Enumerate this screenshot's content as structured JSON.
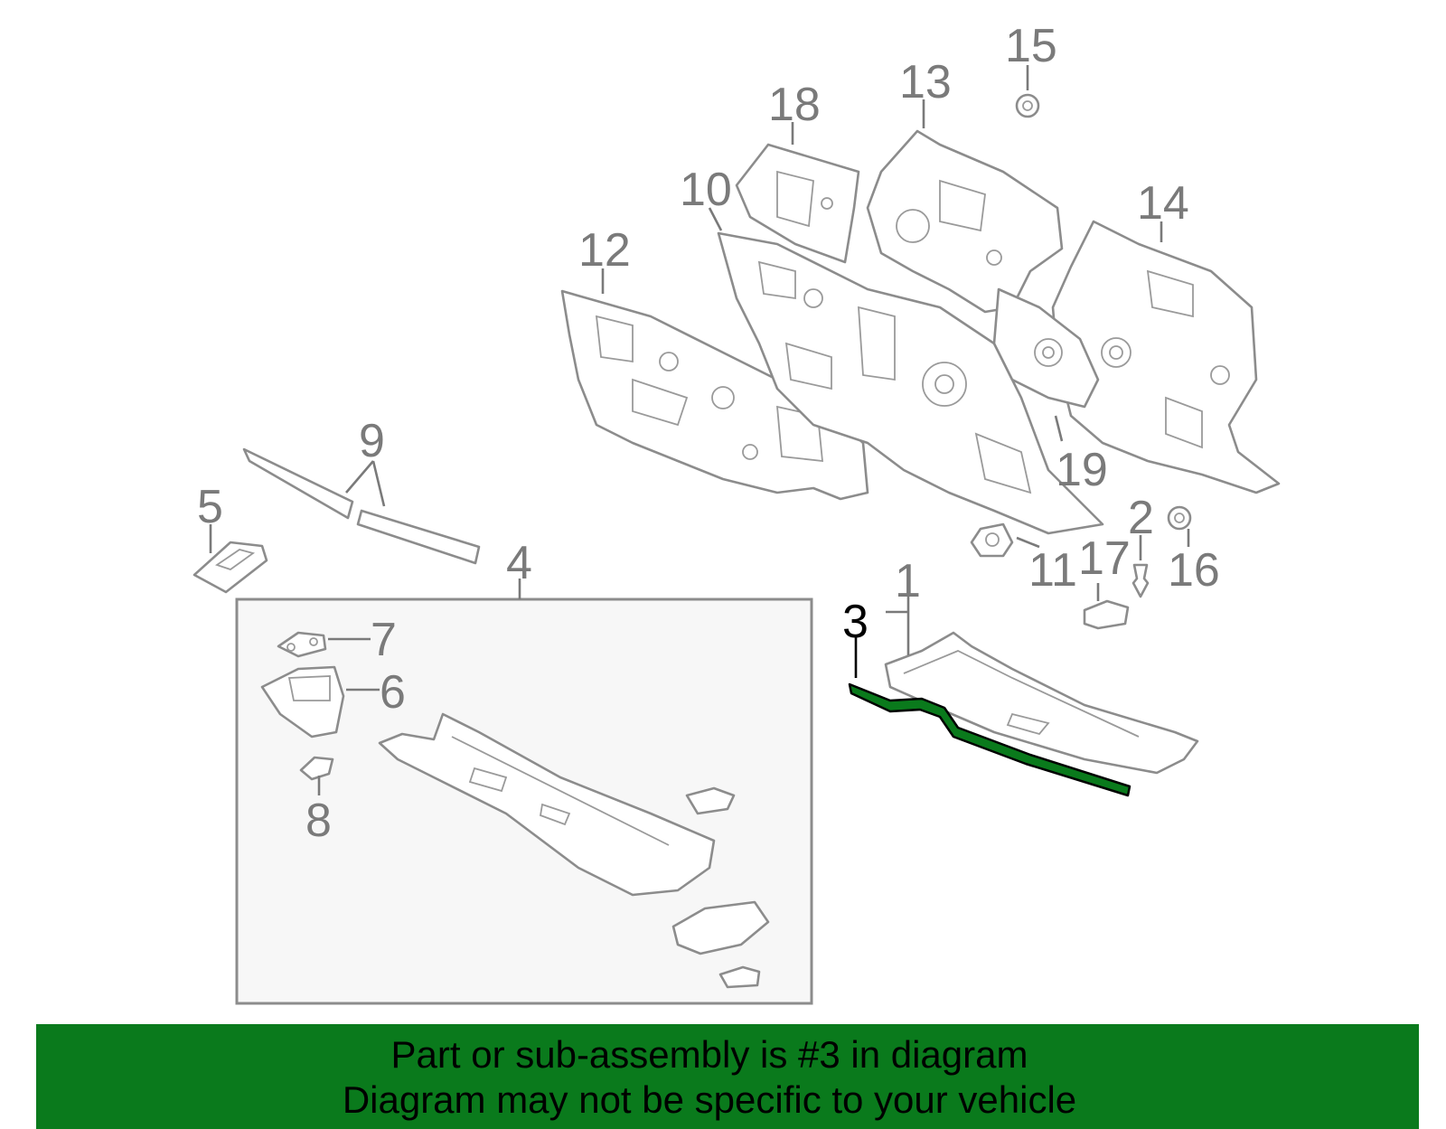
{
  "callouts": {
    "c1": "1",
    "c2": "2",
    "c3": "3",
    "c4": "4",
    "c5": "5",
    "c6": "6",
    "c7": "7",
    "c8": "8",
    "c9": "9",
    "c10": "10",
    "c11": "11",
    "c12": "12",
    "c13": "13",
    "c14": "14",
    "c15": "15",
    "c16": "16",
    "c17": "17",
    "c18": "18",
    "c19": "19"
  },
  "highlighted_part": "3",
  "colors": {
    "highlight": "#0a7a1c",
    "banner_background": "#0a7a1c",
    "parts": "#8c8c8c",
    "subassembly_box_fill": "#f7f7f7"
  },
  "banner": {
    "line1": "Part or sub-assembly is #3 in diagram",
    "line2": "Diagram may not be specific to your vehicle"
  }
}
